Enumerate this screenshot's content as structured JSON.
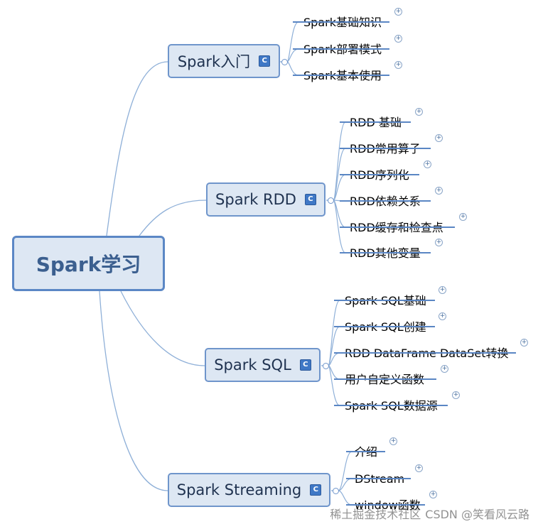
{
  "root": {
    "label": "Spark学习"
  },
  "branch_icon_glyph": "C",
  "expand_glyph": "+",
  "branches": [
    {
      "label": "Spark入门",
      "topics": [
        "Spark基础知识",
        "Spark部署模式",
        "Spark基本使用"
      ]
    },
    {
      "label": "Spark RDD",
      "topics": [
        "RDD 基础",
        "RDD常用算子",
        "RDD序列化",
        "RDD依赖关系",
        "RDD缓存和检查点",
        "RDD其他变量"
      ]
    },
    {
      "label": "Spark SQL",
      "topics": [
        "Spark SQL基础",
        "Spark SQL创建",
        "RDD DataFrame DataSet转换",
        "用户自定义函数",
        "Spark SQL数据源"
      ]
    },
    {
      "label": "Spark Streaming",
      "topics": [
        "介绍",
        "DStream",
        "window函数"
      ]
    }
  ],
  "colors": {
    "line": "#5a86c4",
    "node_fill": "#dde7f3",
    "node_border": "#6f95cb",
    "root_text": "#3b5f8f"
  },
  "watermark": "CSDN @笑看风云路",
  "watermark_partial": "稀土掘金技术社区"
}
